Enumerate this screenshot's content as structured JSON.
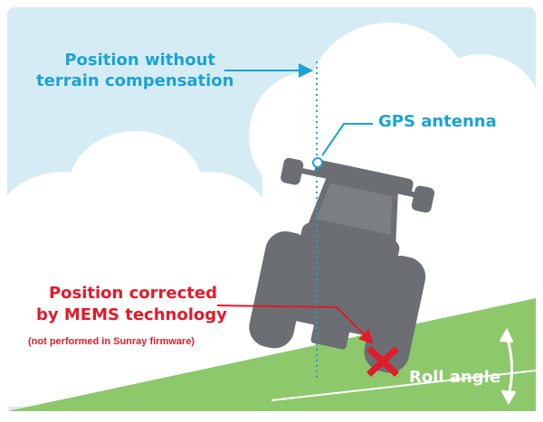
{
  "labels": {
    "no_comp_line1": "Position without",
    "no_comp_line2": "terrain compensation",
    "gps": "GPS antenna",
    "corrected_line1": "Position corrected",
    "corrected_line2": "by MEMS technology",
    "note": "(not performed in Sunray firmware)",
    "roll": "Roll angle"
  },
  "colors": {
    "sky": "#d6ecf5",
    "cloud": "#ffffff",
    "ground": "#8dc86b",
    "tractor": "#6b6e72",
    "accent_blue": "#1aa3d4",
    "accent_red": "#e01b2a"
  }
}
